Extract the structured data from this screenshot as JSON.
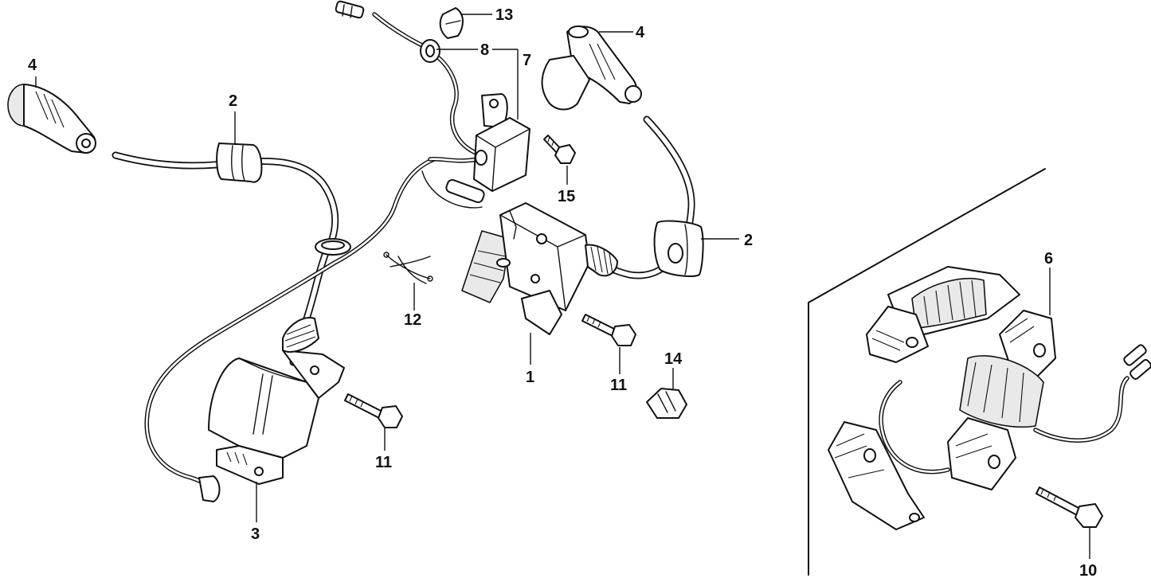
{
  "callouts": {
    "ignition_coil_1": "1",
    "grommet_2_left": "2",
    "grommet_2_right": "2",
    "ignition_coil_3": "3",
    "spark_plug_cap_4_left": "4",
    "spark_plug_cap_4_right": "4",
    "charge_coil_6": "6",
    "module_7": "7",
    "grommet_8": "8",
    "bolt_10": "10",
    "bolt_11_center": "11",
    "bolt_11_left": "11",
    "clip_12": "12",
    "clip_13": "13",
    "clip_14": "14",
    "bolt_15": "15"
  }
}
